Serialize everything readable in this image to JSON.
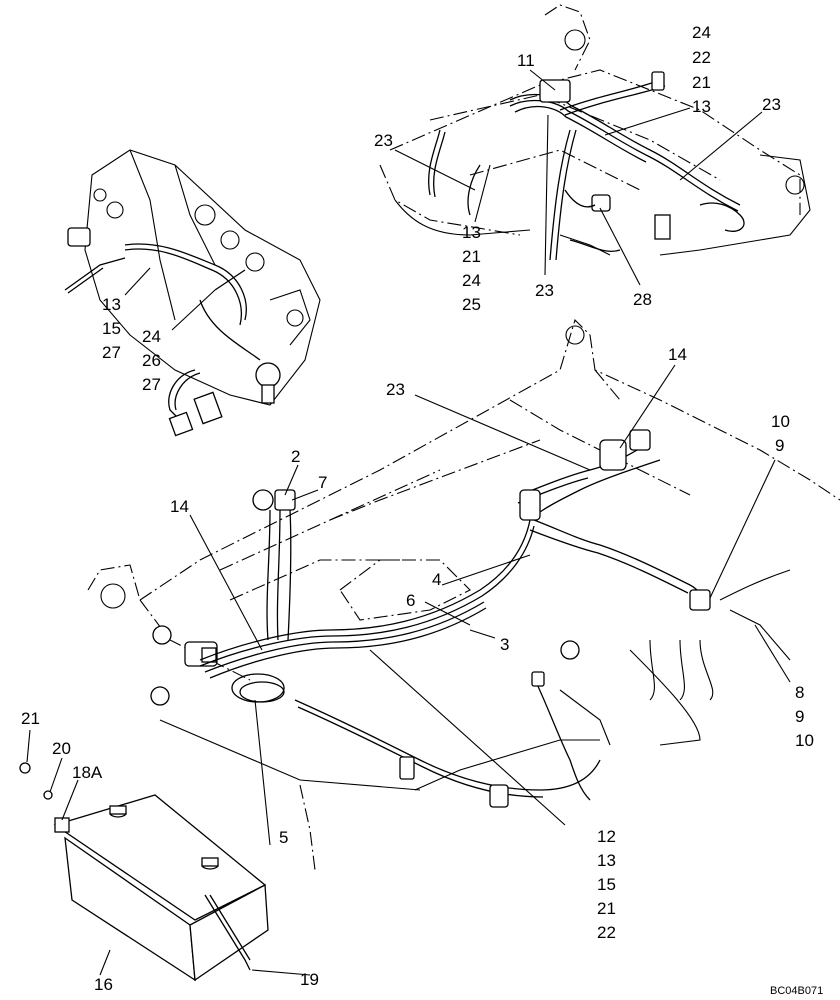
{
  "figure_reference": "BC04B071",
  "callouts": {
    "top_right_stack": [
      "24",
      "22",
      "21",
      "13"
    ],
    "c11": "11",
    "c23_upper_left": "23",
    "c23_upper_right": "23",
    "stack_13_21_24_25": [
      "13",
      "21",
      "24",
      "25"
    ],
    "c23_mid": "23",
    "c28": "28",
    "stack_13_15_27": [
      "13",
      "15",
      "27"
    ],
    "stack_24_26_27": [
      "24",
      "26",
      "27"
    ],
    "c23_main": "23",
    "c14_right": "14",
    "stack_10_9_top": [
      "10",
      "9"
    ],
    "c2": "2",
    "c7": "7",
    "c14_left": "14",
    "c4": "4",
    "c6": "6",
    "c3": "3",
    "stack_8_9_10": [
      "8",
      "9",
      "10"
    ],
    "c21": "21",
    "c20": "20",
    "c18A": "18A",
    "c5": "5",
    "stack_12_13_15_21_22": [
      "12",
      "13",
      "15",
      "21",
      "22"
    ],
    "c16": "16",
    "c19": "19"
  }
}
